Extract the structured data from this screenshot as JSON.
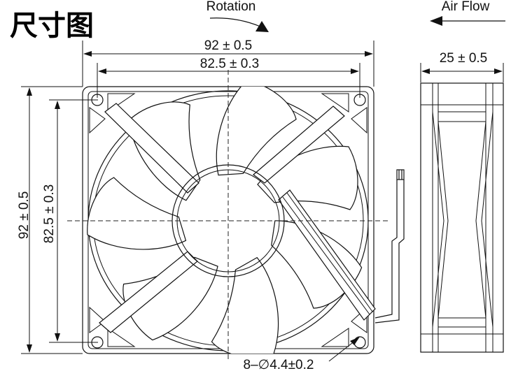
{
  "title": "尺寸图",
  "labels": {
    "rotation": "Rotation",
    "air_flow": "Air Flow",
    "width_outer": "92 ± 0.5",
    "width_hole": "82.5 ± 0.3",
    "height_outer": "92 ± 0.5",
    "height_hole": "82.5 ± 0.3",
    "thickness": "25 ± 0.5",
    "holes": "8–∅4.4±0.2"
  }
}
